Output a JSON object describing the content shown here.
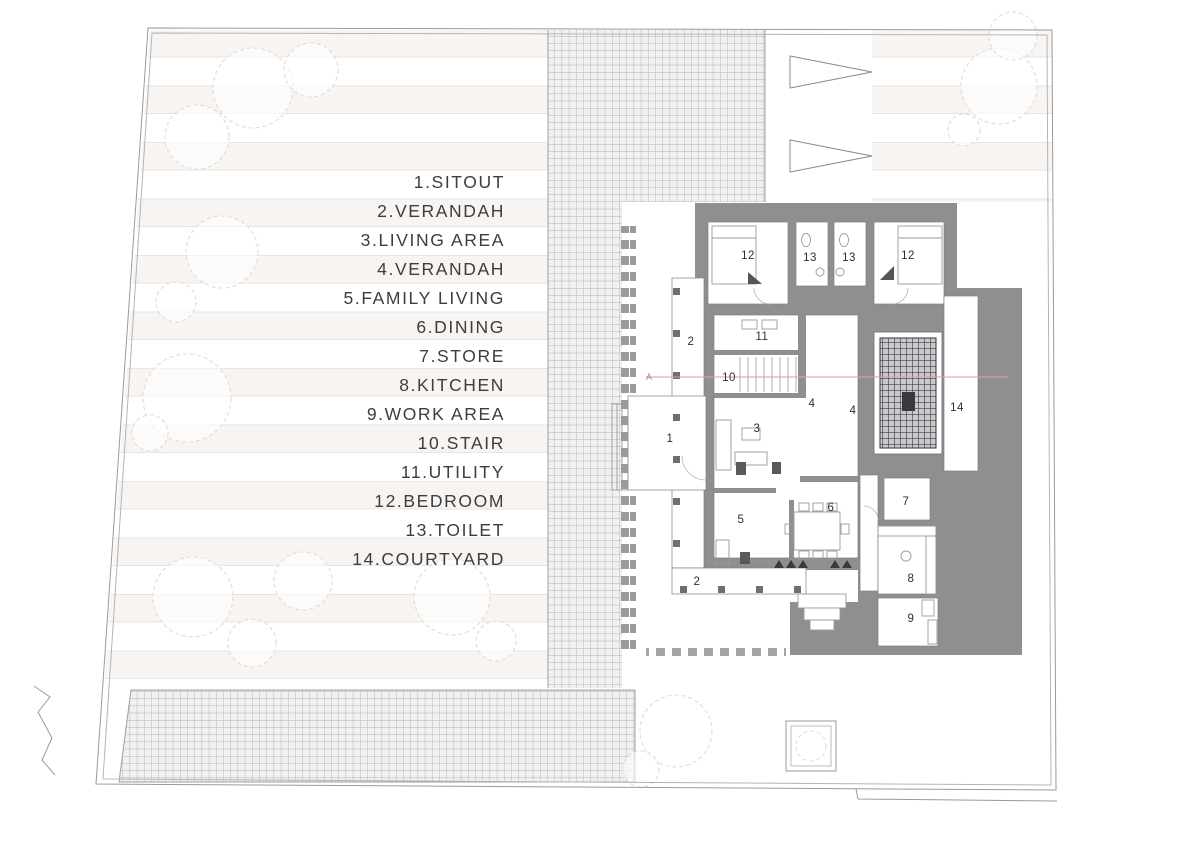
{
  "legend": {
    "items": [
      "1.SITOUT",
      "2.VERANDAH",
      "3.LIVING AREA",
      "4.VERANDAH",
      "5.FAMILY LIVING",
      "6.DINING",
      "7.STORE",
      "8.KITCHEN",
      "9.WORK AREA",
      "10.STAIR",
      "11.UTILITY",
      "12.BEDROOM",
      "13.TOILET",
      "14.COURTYARD"
    ]
  },
  "plan": {
    "labels": [
      "1",
      "2",
      "2",
      "3",
      "4",
      "4",
      "5",
      "6",
      "7",
      "8",
      "9",
      "10",
      "11",
      "12",
      "12",
      "13",
      "13",
      "14"
    ],
    "section": {
      "left": "A",
      "right": "A"
    }
  },
  "colors": {
    "wall": "#8f8f8f",
    "hatch_line": "#b3b1af",
    "stripe_tint": "#f8f4f2",
    "section_line": "#dca3a3",
    "courtyard_grid": "#3f3f48"
  }
}
